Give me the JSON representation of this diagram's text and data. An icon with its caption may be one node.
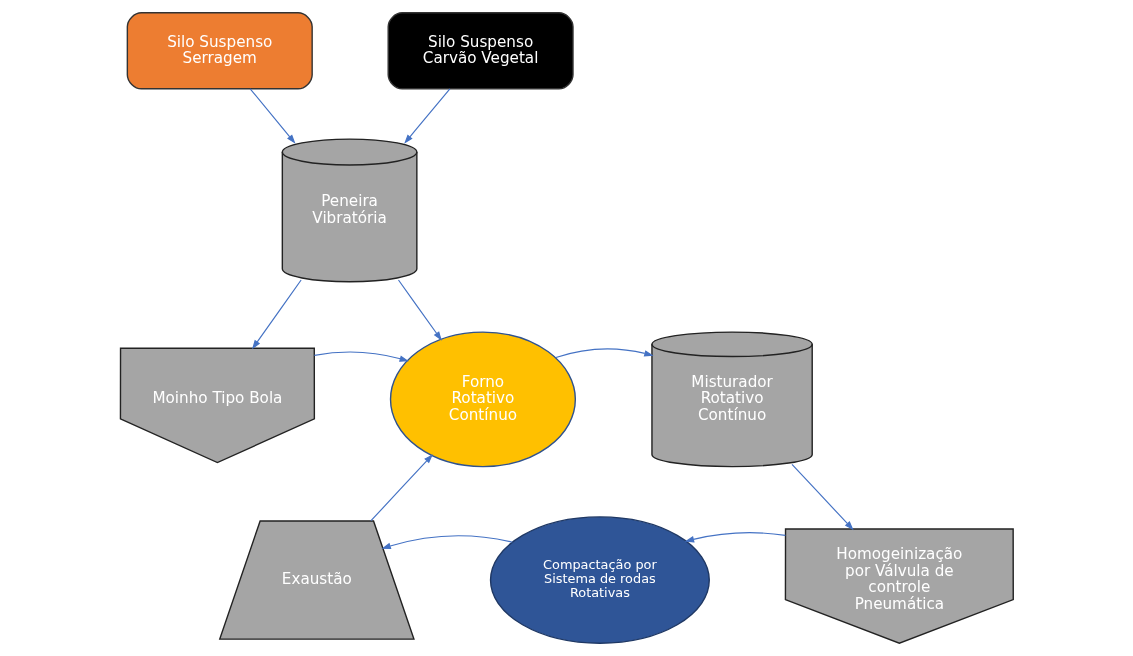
{
  "diagram": {
    "nodes": [
      {
        "text": [
          "Silo Suspenso Serragem"
        ]
      },
      {
        "text": [
          "Silo Suspenso Carvão Vegetal"
        ]
      },
      {
        "text": [
          "Peneira Vibratória"
        ]
      },
      {
        "text": [
          "Moinho Tipo Bola"
        ]
      },
      {
        "text": [
          "Forno Rotativo Contínuo"
        ]
      },
      {
        "text": [
          "Misturador Rotativo Contínuo"
        ]
      },
      {
        "text": [
          "Exaustão"
        ]
      },
      {
        "text": [
          "Compactação por Sistema de rodas Rotativas"
        ]
      },
      {
        "text": [
          "Homogeinização por Válvula de controle Pneumática"
        ]
      }
    ],
    "edges": [
      {
        "from": 0,
        "to": 2,
        "arrow": "to"
      },
      {
        "from": 1,
        "to": 2,
        "arrow": "to"
      },
      {
        "from": 2,
        "to": 3,
        "arrow": "to"
      },
      {
        "from": 2,
        "to": 4,
        "arrow": "to"
      },
      {
        "from": 3,
        "to": 4,
        "arrow": "to"
      },
      {
        "from": 6,
        "to": 4,
        "arrow": "to"
      },
      {
        "from": 4,
        "to": 5,
        "arrow": "to"
      },
      {
        "from": 5,
        "to": 8,
        "arrow": "to"
      },
      {
        "from": 8,
        "to": 7,
        "arrow": "to"
      },
      {
        "from": 7,
        "to": 6,
        "arrow": "to"
      }
    ]
  }
}
